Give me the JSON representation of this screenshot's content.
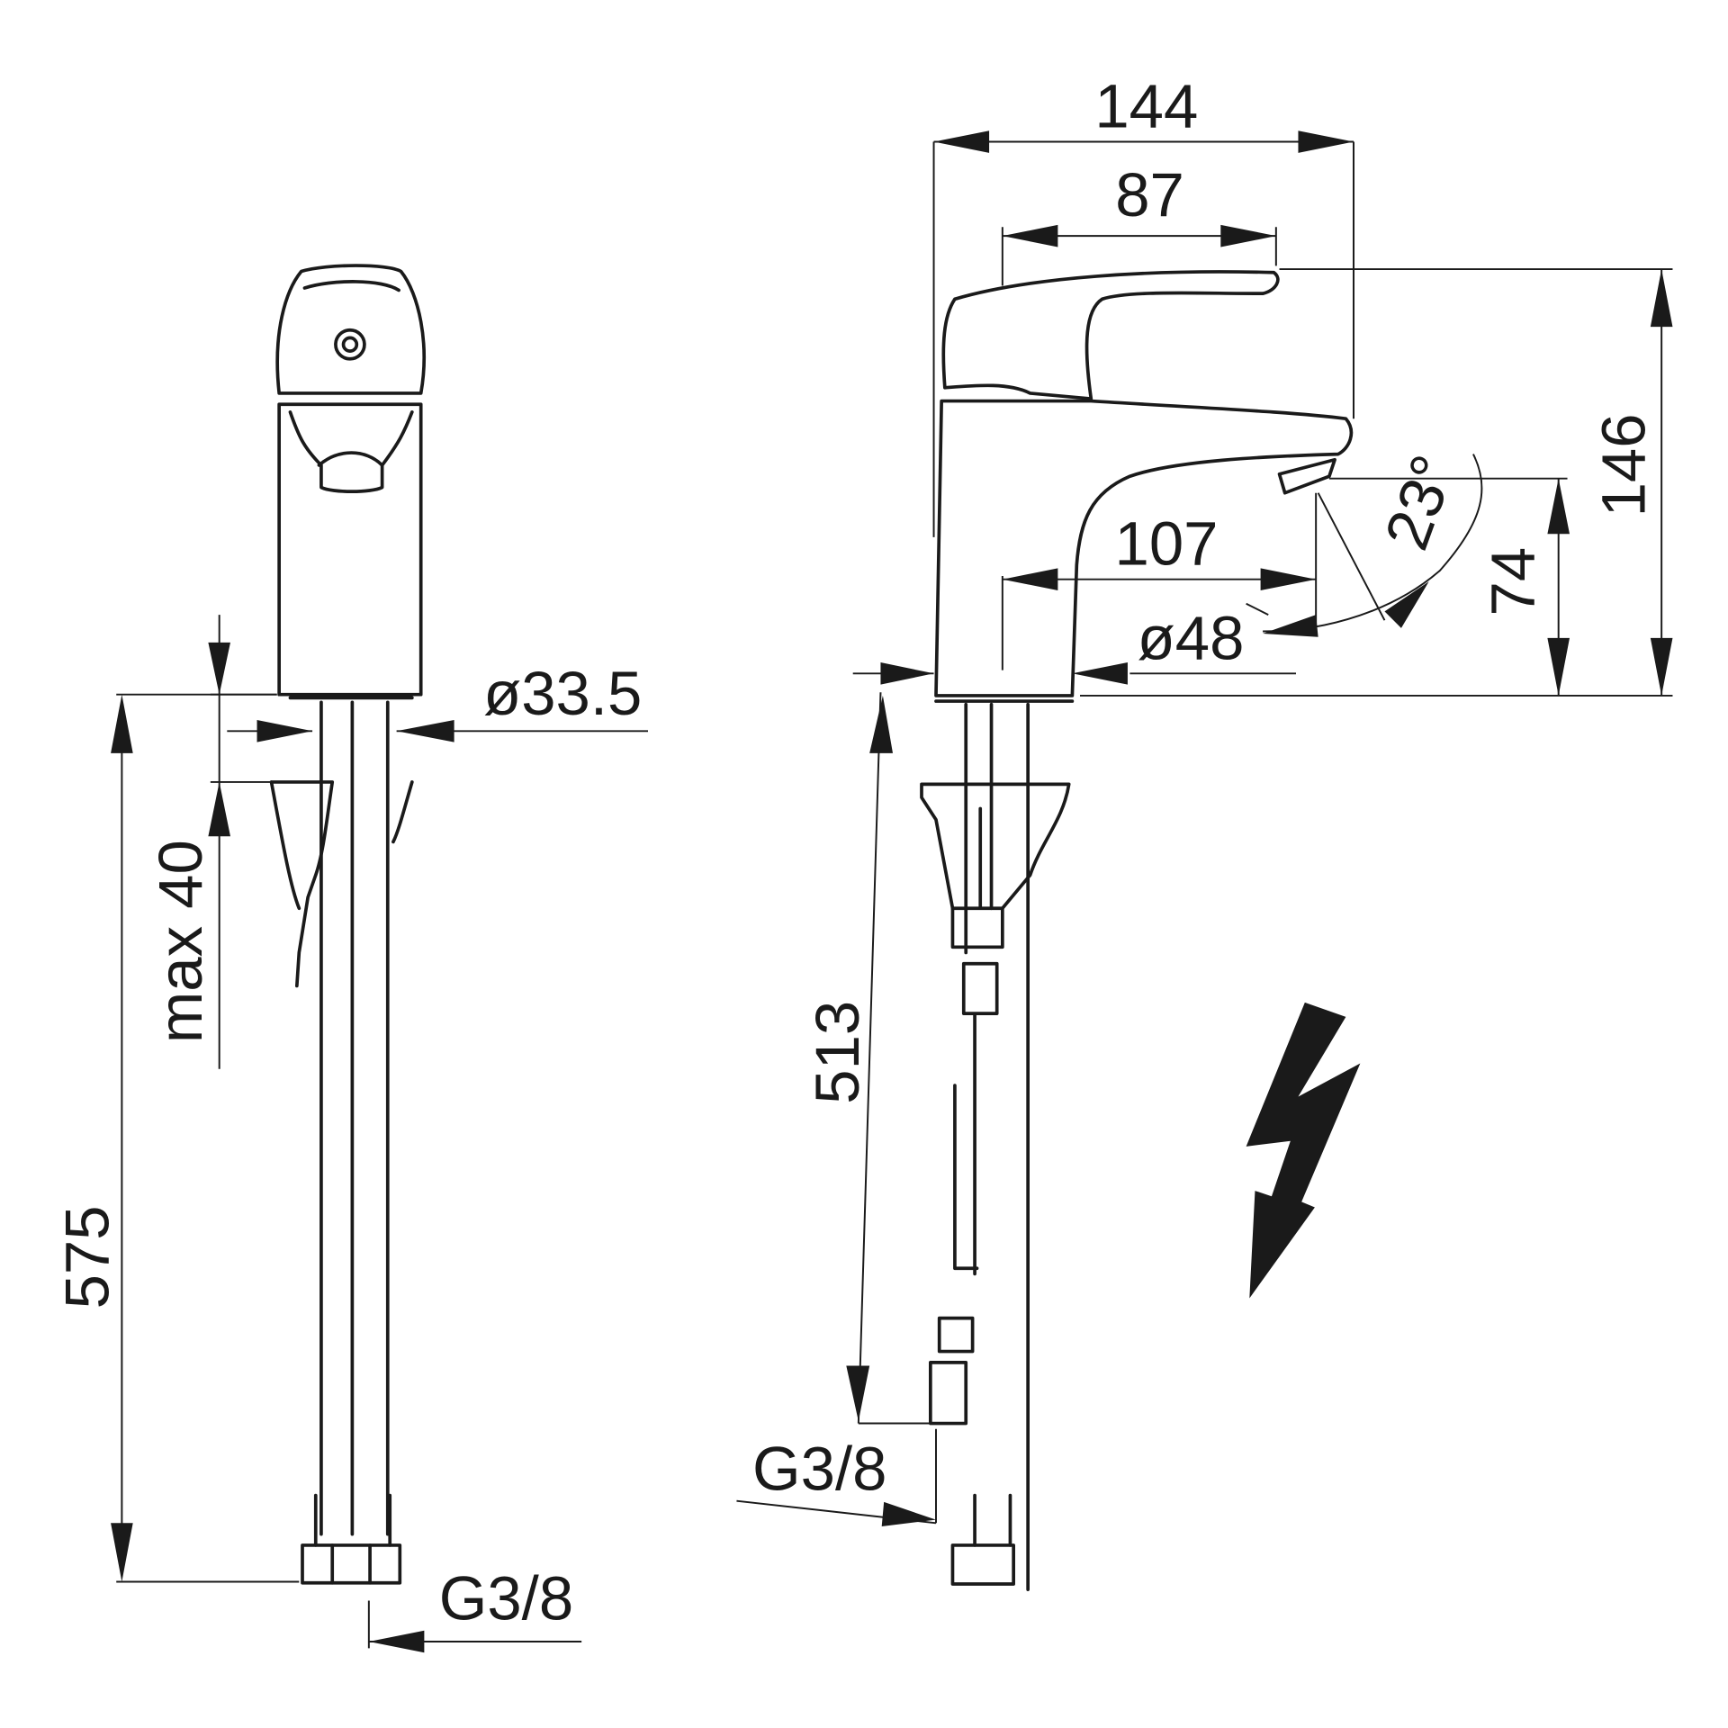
{
  "drawing": {
    "front_view": {
      "dim_diameter_body": "ø33.5",
      "dim_max_deck": "max 40",
      "dim_total_height": "575",
      "dim_connection": "G3/8"
    },
    "side_view": {
      "dim_total_length": "144",
      "dim_handle_length": "87",
      "dim_height": "146",
      "dim_spout_reach": "107",
      "dim_base_diameter": "ø48",
      "dim_spout_height": "74",
      "dim_angle": "23°",
      "dim_hose_length": "513",
      "dim_connection": "G3/8"
    },
    "colors": {
      "line": "#1a1a1a",
      "background": "#ffffff"
    },
    "icons": [
      "lightning-bolt-icon"
    ]
  }
}
